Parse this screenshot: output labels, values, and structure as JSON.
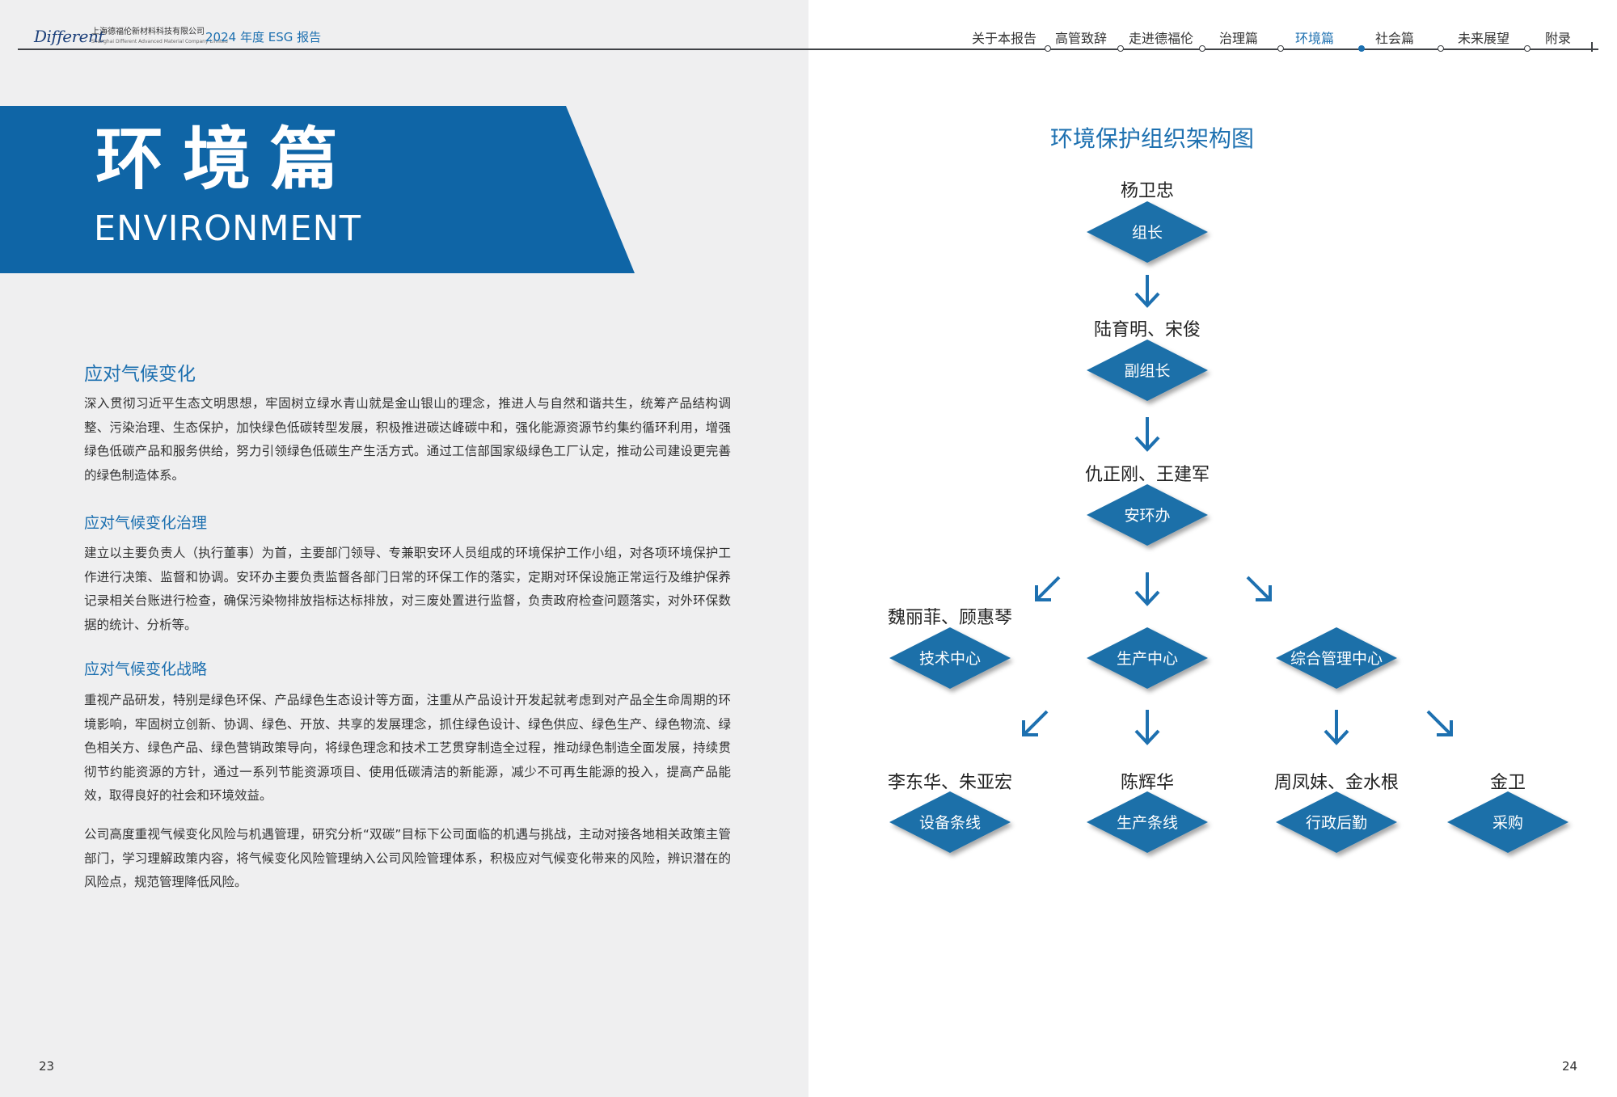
{
  "header": {
    "logo": "Different",
    "company_cn": "上海德福伦新材料科技有限公司",
    "company_en": "Shanghai Different Advanced Material Company Limited",
    "report_title": "2024 年度 ESG 报告"
  },
  "nav": {
    "items": [
      "关于本报告",
      "高管致辞",
      "走进德福伦",
      "治理篇",
      "环境篇",
      "社会篇",
      "未来展望",
      "附录"
    ],
    "active": "环境篇"
  },
  "banner": {
    "title": "环境篇",
    "subtitle": "ENVIRONMENT"
  },
  "section": {
    "heading": "应对气候变化",
    "intro": "深入贯彻习近平生态文明思想，牢固树立绿水青山就是金山银山的理念，推进人与自然和谐共生，统筹产品结构调整、污染治理、生态保护，加快绿色低碳转型发展，积极推进碳达峰碳中和，强化能源资源节约集约循环利用，增强绿色低碳产品和服务供给，努力引领绿色低碳生产生活方式。通过工信部国家级绿色工厂认定，推动公司建设更完善的绿色制造体系。",
    "governance_heading": "应对气候变化治理",
    "governance_text": "建立以主要负责人（执行董事）为首，主要部门领导、专兼职安环人员组成的环境保护工作小组，对各项环境保护工作进行决策、监督和协调。安环办主要负责监督各部门日常的环保工作的落实，定期对环保设施正常运行及维护保养记录相关台账进行检查，确保污染物排放指标达标排放，对三废处置进行监督，负责政府检查问题落实，对外环保数据的统计、分析等。",
    "strategy_heading": "应对气候变化战略",
    "strategy_text_1": "重视产品研发，特别是绿色环保、产品绿色生态设计等方面，注重从产品设计开发起就考虑到对产品全生命周期的环境影响，牢固树立创新、协调、绿色、开放、共享的发展理念，抓住绿色设计、绿色供应、绿色生产、绿色物流、绿色相关方、绿色产品、绿色营销政策导向，将绿色理念和技术工艺贯穿制造全过程，推动绿色制造全面发展，持续贯彻节约能资源的方针，通过一系列节能资源项目、使用低碳清洁的新能源，减少不可再生能源的投入，提高产品能效，取得良好的社会和环境效益。",
    "strategy_text_2": "公司高度重视气候变化风险与机遇管理，研究分析“双碳”目标下公司面临的机遇与挑战，主动对接各地相关政策主管部门，学习理解政策内容，将气候变化风险管理纳入公司风险管理体系，积极应对气候变化带来的风险，辨识潜在的风险点，规范管理降低风险。"
  },
  "org_chart": {
    "title": "环境保护组织架构图",
    "nodes": [
      {
        "person": "杨卫忠",
        "role": "组长"
      },
      {
        "person": "陆育明、宋俊",
        "role": "副组长"
      },
      {
        "person": "仇正刚、王建军",
        "role": "安环办"
      },
      {
        "person": "魏丽菲、顾惠琴",
        "role": "技术中心"
      },
      {
        "person": "",
        "role": "生产中心"
      },
      {
        "person": "",
        "role": "综合管理中心"
      },
      {
        "person": "李东华、朱亚宏",
        "role": "设备条线"
      },
      {
        "person": "陈辉华",
        "role": "生产条线"
      },
      {
        "person": "周凤妹、金水根",
        "role": "行政后勤"
      },
      {
        "person": "金卫",
        "role": "采购"
      }
    ]
  },
  "page_numbers": {
    "left": "23",
    "right": "24"
  },
  "colors": {
    "accent": "#1d70b0",
    "banner": "#0f65a6",
    "diamond": "#1d6fa9",
    "left_bg": "#efeff0"
  }
}
